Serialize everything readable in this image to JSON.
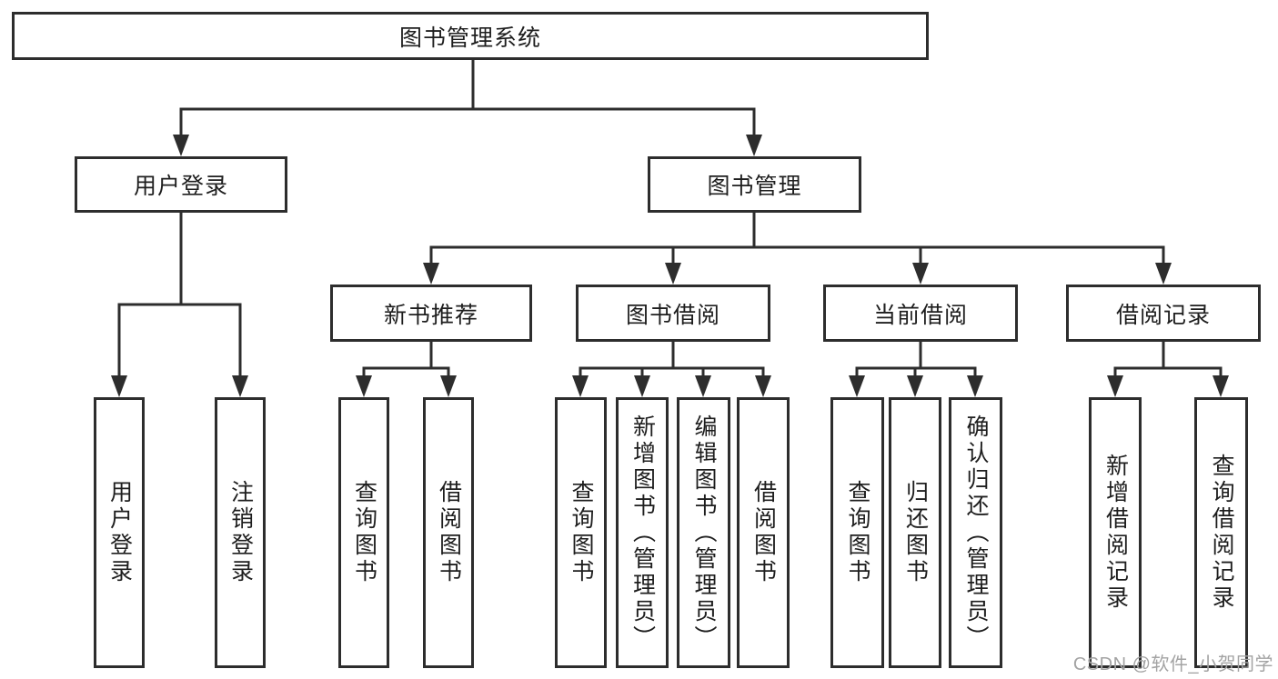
{
  "nodes": {
    "root": {
      "label": "图书管理系统"
    },
    "user_login": {
      "label": "用户登录"
    },
    "book_management": {
      "label": "图书管理"
    },
    "new_book_recommend": {
      "label": "新书推荐"
    },
    "book_borrow": {
      "label": "图书借阅"
    },
    "current_borrow": {
      "label": "当前借阅"
    },
    "borrow_records": {
      "label": "借阅记录"
    },
    "leaf_user_login": {
      "label": "用户登录"
    },
    "leaf_logout": {
      "label": "注销登录"
    },
    "leaf_query_book_1": {
      "label": "查询图书"
    },
    "leaf_borrow_book_1": {
      "label": "借阅图书"
    },
    "leaf_query_book_2": {
      "label": "查询图书"
    },
    "leaf_add_book_admin": {
      "label": "新增图书（管理员）"
    },
    "leaf_edit_book_admin": {
      "label": "编辑图书（管理员）"
    },
    "leaf_borrow_book_2": {
      "label": "借阅图书"
    },
    "leaf_query_book_3": {
      "label": "查询图书"
    },
    "leaf_return_book": {
      "label": "归还图书"
    },
    "leaf_confirm_return_admin": {
      "label": "确认归还（管理员）"
    },
    "leaf_add_borrow_record": {
      "label": "新增借阅记录"
    },
    "leaf_query_borrow_record": {
      "label": "查询借阅记录"
    }
  },
  "watermark": {
    "text": "CSDN @软件_小贺同学"
  },
  "colors": {
    "line": "#2d2d2d",
    "text": "#1e1e1e",
    "watermark_text": "#a3a3a3",
    "background": "#ffffff"
  }
}
